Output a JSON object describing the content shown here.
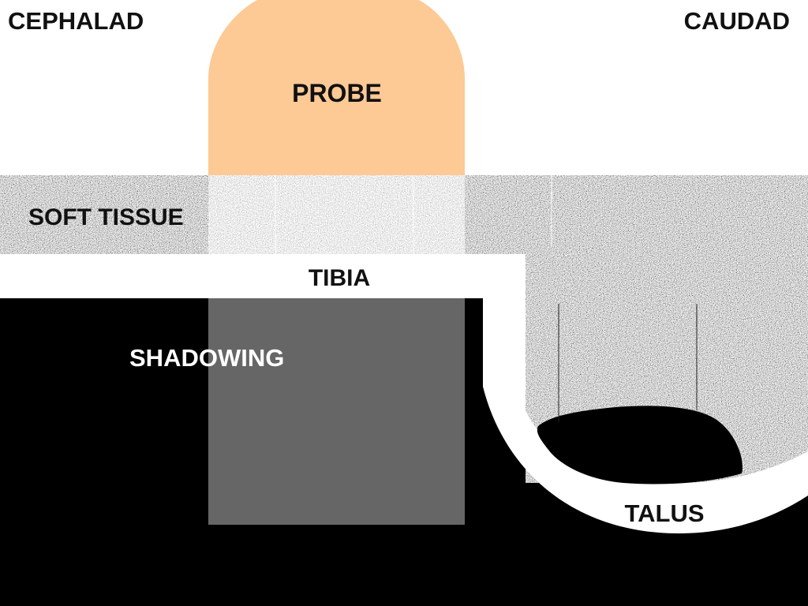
{
  "orientation": {
    "left_label": "CEPHALAD",
    "right_label": "CAUDAD"
  },
  "labels": {
    "probe": "PROBE",
    "soft_tissue": "SOFT TISSUE",
    "tibia": "TIBIA",
    "shadowing": "SHADOWING",
    "talus": "TALUS"
  },
  "colors": {
    "probe": "#FDC995",
    "tibia": "#FFFFFF",
    "talus": "#FFFFFF",
    "shadowing": "#666666",
    "shadow_background": "#000000",
    "tissue_base": "#A8A8A8",
    "text_dark": "#111111",
    "text_light": "#FFFFFF"
  }
}
